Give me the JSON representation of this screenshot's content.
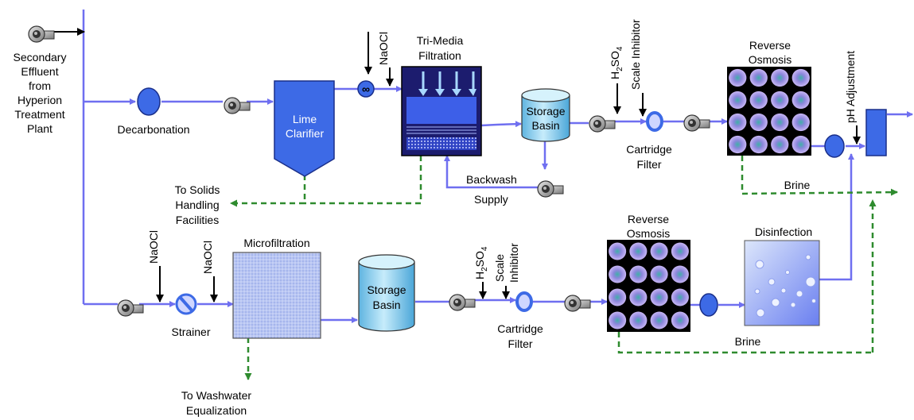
{
  "colors": {
    "flow_line": "#6f6ff0",
    "waste_line": "#2e8b2e",
    "vessel_blue": "#3d6ae6",
    "storage_light": "#8fd0ee",
    "ro_module": "#9b8fe6",
    "filter_dark": "#1c1c6e"
  },
  "source": {
    "line1": "Secondary",
    "line2": "Effluent",
    "line3": "from",
    "line4": "Hyperion",
    "line5": "Treatment",
    "line6": "Plant"
  },
  "top_train": {
    "decarbonation": "Decarbonation",
    "lime_clarifier": {
      "line1": "Lime",
      "line2": "Clarifier"
    },
    "naocl": "NaOCl",
    "tri_media": {
      "line1": "Tri-Media",
      "line2": "Filtration"
    },
    "storage": {
      "line1": "Storage",
      "line2": "Basin"
    },
    "backwash": {
      "line1": "Backwash",
      "line2": "Supply"
    },
    "h2so4": {
      "main": "H",
      "sub1": "2",
      "mid": "SO",
      "sub2": "4"
    },
    "scale_inhibitor": "Scale Inhibitor",
    "cartridge": {
      "line1": "Cartridge",
      "line2": "Filter"
    },
    "ro": {
      "line1": "Reverse",
      "line2": "Osmosis"
    },
    "ph": "pH Adjustment",
    "brine": "Brine",
    "solids": {
      "line1": "To Solids",
      "line2": "Handling",
      "line3": "Facilities"
    }
  },
  "bottom_train": {
    "naocl_1": "NaOCl",
    "naocl_2": "NaOCl",
    "strainer": "Strainer",
    "microfiltration": "Microfiltration",
    "storage": {
      "line1": "Storage",
      "line2": "Basin"
    },
    "h2so4": {
      "main": "H",
      "sub1": "2",
      "mid": "SO",
      "sub2": "4"
    },
    "scale_inhibitor": {
      "line1": "Scale",
      "line2": "Inhibitor"
    },
    "cartridge": {
      "line1": "Cartridge",
      "line2": "Filter"
    },
    "ro": {
      "line1": "Reverse",
      "line2": "Osmosis"
    },
    "disinfection": "Disinfection",
    "brine": "Brine",
    "washwater": {
      "line1": "To Washwater",
      "line2": "Equalization"
    }
  }
}
